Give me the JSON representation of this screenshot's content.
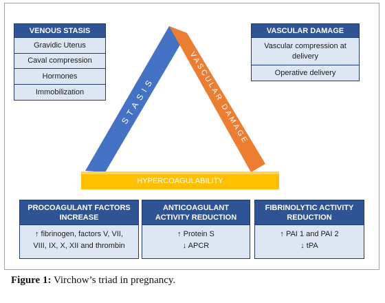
{
  "colors": {
    "header_bg": "#2f5496",
    "cell_bg": "#dde7f4",
    "stasis_bar": "#4472c4",
    "damage_bar": "#ed7d31",
    "hyper_bar": "#ffc000"
  },
  "venous_stasis": {
    "title": "VENOUS STASIS",
    "items": [
      "Gravidic Uterus",
      "Caval compression",
      "Hormones",
      "Immobilization"
    ]
  },
  "vascular_damage": {
    "title": "VASCULAR DAMAGE",
    "items": [
      "Vascular compression at delivery",
      "Operative delivery"
    ]
  },
  "triangle": {
    "stasis_label": "STASIS",
    "damage_label": "VASCULAR DAMAGE",
    "base_label": "HYPERCOAGULABILITY"
  },
  "procoagulant": {
    "title": "PROCOAGULANT FACTORS INCREASE",
    "lines": [
      "↑ fibrinogen, factors V, VII,",
      "VIII, IX, X, XII and thrombin"
    ]
  },
  "anticoagulant": {
    "title": "ANTICOAGULANT ACTIVITY REDUCTION",
    "lines": [
      "↑ Protein S",
      "↓ APCR"
    ]
  },
  "fibrinolytic": {
    "title": "FIBRINOLYTIC ACTIVITY REDUCTION",
    "lines": [
      "↑ PAI 1 and PAI 2",
      "↓ tPA"
    ]
  },
  "caption": {
    "label": "Figure 1:",
    "text": " Virchow’s triad in pregnancy."
  }
}
